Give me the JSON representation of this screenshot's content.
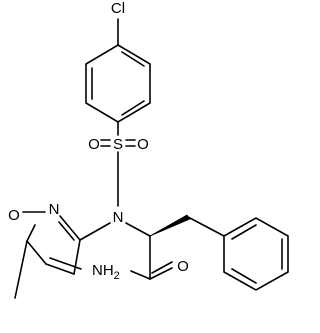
{
  "molecule": {
    "atom_labels": {
      "chlorine": "Cl",
      "sulfur": "S",
      "sulfonyl_oxygen_left": "O",
      "sulfonyl_oxygen_right": "O",
      "sulfonamide_nitrogen": "N",
      "isoxazole_nitrogen": "N",
      "isoxazole_oxygen": "O",
      "amide_nitrogen": "NH",
      "amide_nitrogen_subscript": "2",
      "carbonyl_oxygen": "O"
    }
  },
  "colors": {
    "background": "#ffffff",
    "bond": "#000000",
    "text": "#000000"
  }
}
